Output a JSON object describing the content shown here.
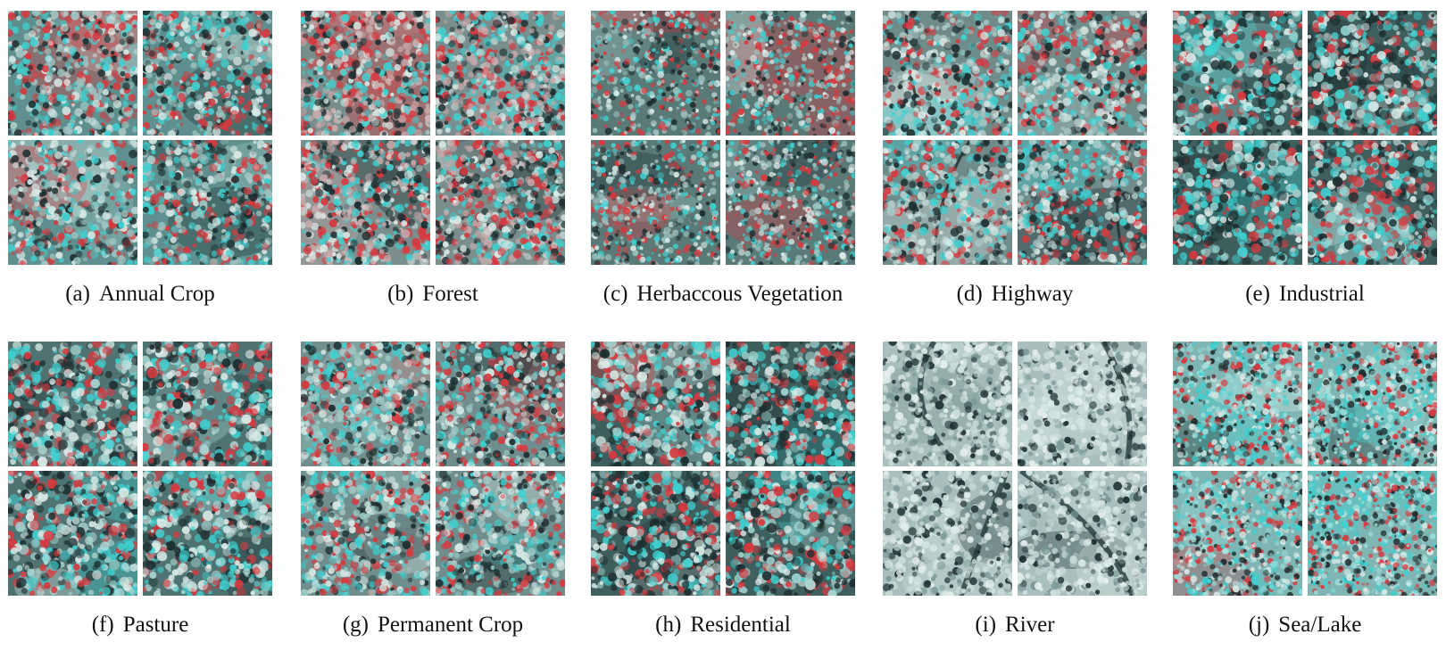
{
  "panels": [
    {
      "letter": "(a)",
      "label": "Annual Crop",
      "style": "crop"
    },
    {
      "letter": "(b)",
      "label": "Forest",
      "style": "forest"
    },
    {
      "letter": "(c)",
      "label": "Herbaccous Vegetation",
      "style": "herb"
    },
    {
      "letter": "(d)",
      "label": "Highway",
      "style": "highway"
    },
    {
      "letter": "(e)",
      "label": "Industrial",
      "style": "industrial"
    },
    {
      "letter": "(f)",
      "label": "Pasture",
      "style": "pasture"
    },
    {
      "letter": "(g)",
      "label": "Permanent Crop",
      "style": "permcrop"
    },
    {
      "letter": "(h)",
      "label": "Residential",
      "style": "residential"
    },
    {
      "letter": "(i)",
      "label": "River",
      "style": "river"
    },
    {
      "letter": "(j)",
      "label": "Sea/Lake",
      "style": "sea"
    }
  ],
  "colors": {
    "cyan": "#3fd0d0",
    "red": "#d8383f",
    "dark": "#1d2e30",
    "light": "#d9e9e6"
  }
}
